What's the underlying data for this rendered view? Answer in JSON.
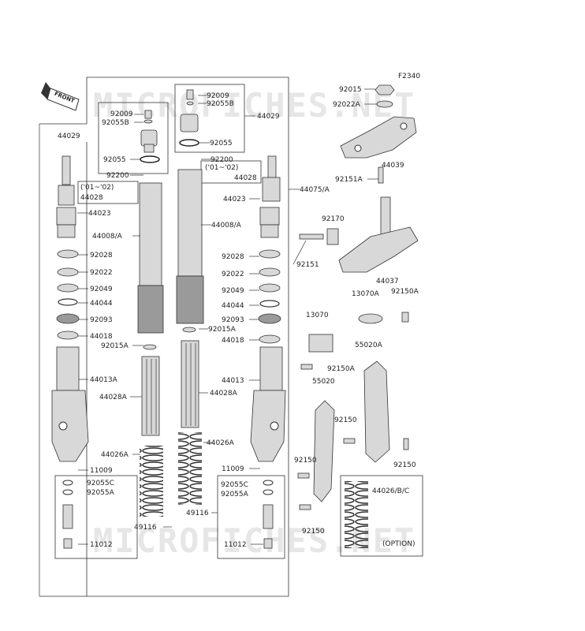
{
  "figure_code": "F2340",
  "front_tag": "FRONT",
  "watermark": "MICROFICHES.NET",
  "option_label": "(OPTION)",
  "labels": [
    {
      "id": "l-92009-a",
      "text": "92009"
    },
    {
      "id": "l-92055b-a",
      "text": "92055B"
    },
    {
      "id": "l-44029-l",
      "text": "44029"
    },
    {
      "id": "l-92055-a",
      "text": "92055"
    },
    {
      "id": "l-92009-b",
      "text": "92009"
    },
    {
      "id": "l-92055b-b",
      "text": "92055B"
    },
    {
      "id": "l-44029-r",
      "text": "44029"
    },
    {
      "id": "l-92055-b",
      "text": "92055"
    },
    {
      "id": "l-92200-a",
      "text": "92200"
    },
    {
      "id": "l-92200-b",
      "text": "92200"
    },
    {
      "id": "l-0102-a",
      "text": "('01~'02)"
    },
    {
      "id": "l-0102-b",
      "text": "('01~'02)"
    },
    {
      "id": "l-44028-a",
      "text": "44028"
    },
    {
      "id": "l-44028-b",
      "text": "44028"
    },
    {
      "id": "l-44023-a",
      "text": "44023"
    },
    {
      "id": "l-44023-b",
      "text": "44023"
    },
    {
      "id": "l-44075",
      "text": "44075/A"
    },
    {
      "id": "l-44008-a",
      "text": "44008/A"
    },
    {
      "id": "l-44008-b",
      "text": "44008/A"
    },
    {
      "id": "l-92028-a",
      "text": "92028"
    },
    {
      "id": "l-92028-b",
      "text": "92028"
    },
    {
      "id": "l-92022-a",
      "text": "92022"
    },
    {
      "id": "l-92022-b",
      "text": "92022"
    },
    {
      "id": "l-92049-a",
      "text": "92049"
    },
    {
      "id": "l-92049-b",
      "text": "92049"
    },
    {
      "id": "l-44044-a",
      "text": "44044"
    },
    {
      "id": "l-44044-b",
      "text": "44044"
    },
    {
      "id": "l-92093-a",
      "text": "92093"
    },
    {
      "id": "l-92093-b",
      "text": "92093"
    },
    {
      "id": "l-92015a-c",
      "text": "92015A"
    },
    {
      "id": "l-44018-a",
      "text": "44018"
    },
    {
      "id": "l-44018-b",
      "text": "44018"
    },
    {
      "id": "l-92015a-b",
      "text": "92015A"
    },
    {
      "id": "l-44013a",
      "text": "44013A"
    },
    {
      "id": "l-44013",
      "text": "44013"
    },
    {
      "id": "l-44028a-a",
      "text": "44028A"
    },
    {
      "id": "l-44028a-b",
      "text": "44028A"
    },
    {
      "id": "l-44026a-a",
      "text": "44026A"
    },
    {
      "id": "l-44026a-b",
      "text": "44026A"
    },
    {
      "id": "l-11009-a",
      "text": "11009"
    },
    {
      "id": "l-11009-b",
      "text": "11009"
    },
    {
      "id": "l-92055c-a",
      "text": "92055C"
    },
    {
      "id": "l-92055c-b",
      "text": "92055C"
    },
    {
      "id": "l-92055a-a",
      "text": "92055A"
    },
    {
      "id": "l-92055a-b",
      "text": "92055A"
    },
    {
      "id": "l-49116-a",
      "text": "49116"
    },
    {
      "id": "l-49116-b",
      "text": "49116"
    },
    {
      "id": "l-11012-a",
      "text": "11012"
    },
    {
      "id": "l-11012-b",
      "text": "11012"
    },
    {
      "id": "l-92015",
      "text": "92015"
    },
    {
      "id": "l-92022a",
      "text": "92022A"
    },
    {
      "id": "l-44039",
      "text": "44039"
    },
    {
      "id": "l-92151a",
      "text": "92151A"
    },
    {
      "id": "l-92170",
      "text": "92170"
    },
    {
      "id": "l-92151",
      "text": "92151"
    },
    {
      "id": "l-44037",
      "text": "44037"
    },
    {
      "id": "l-13070a",
      "text": "13070A"
    },
    {
      "id": "l-92150a-a",
      "text": "92150A"
    },
    {
      "id": "l-13070",
      "text": "13070"
    },
    {
      "id": "l-55020a",
      "text": "55020A"
    },
    {
      "id": "l-92150a-b",
      "text": "92150A"
    },
    {
      "id": "l-55020",
      "text": "55020"
    },
    {
      "id": "l-92150-a",
      "text": "92150"
    },
    {
      "id": "l-92150-b",
      "text": "92150"
    },
    {
      "id": "l-92150-c",
      "text": "92150"
    },
    {
      "id": "l-92150-d",
      "text": "92150"
    },
    {
      "id": "l-44026bc",
      "text": "44026/B/C"
    }
  ]
}
